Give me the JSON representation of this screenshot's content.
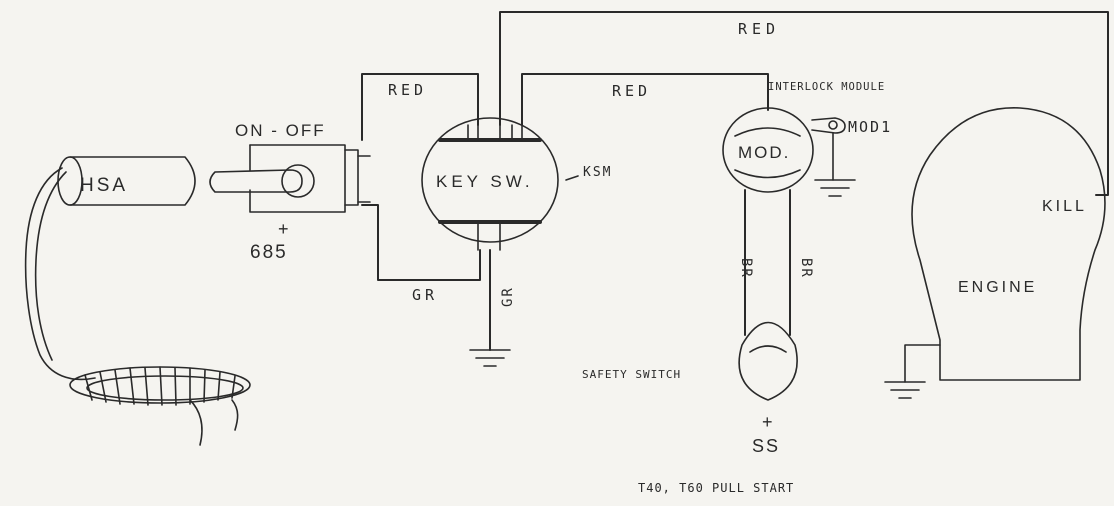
{
  "labels": {
    "red_top": "RED",
    "red_left": "RED",
    "red_mid": "RED",
    "interlock_module": "INTERLOCK MODULE",
    "on_off": "ON - OFF",
    "mod1": "MOD1",
    "hsa": "HSA",
    "key_sw": "KEY  SW.",
    "ksm": "KSM",
    "mod": "MOD.",
    "kill": "KILL",
    "part_685": "685",
    "gr_bottom": "GR",
    "gr_vertical": "GR",
    "br_left": "BR",
    "br_right": "BR",
    "engine": "ENGINE",
    "safety_switch": "SAFETY SWITCH",
    "ss": "SS",
    "caption": "T40, T60 PULL START",
    "plus_685": "+",
    "plus_ss": "+"
  }
}
